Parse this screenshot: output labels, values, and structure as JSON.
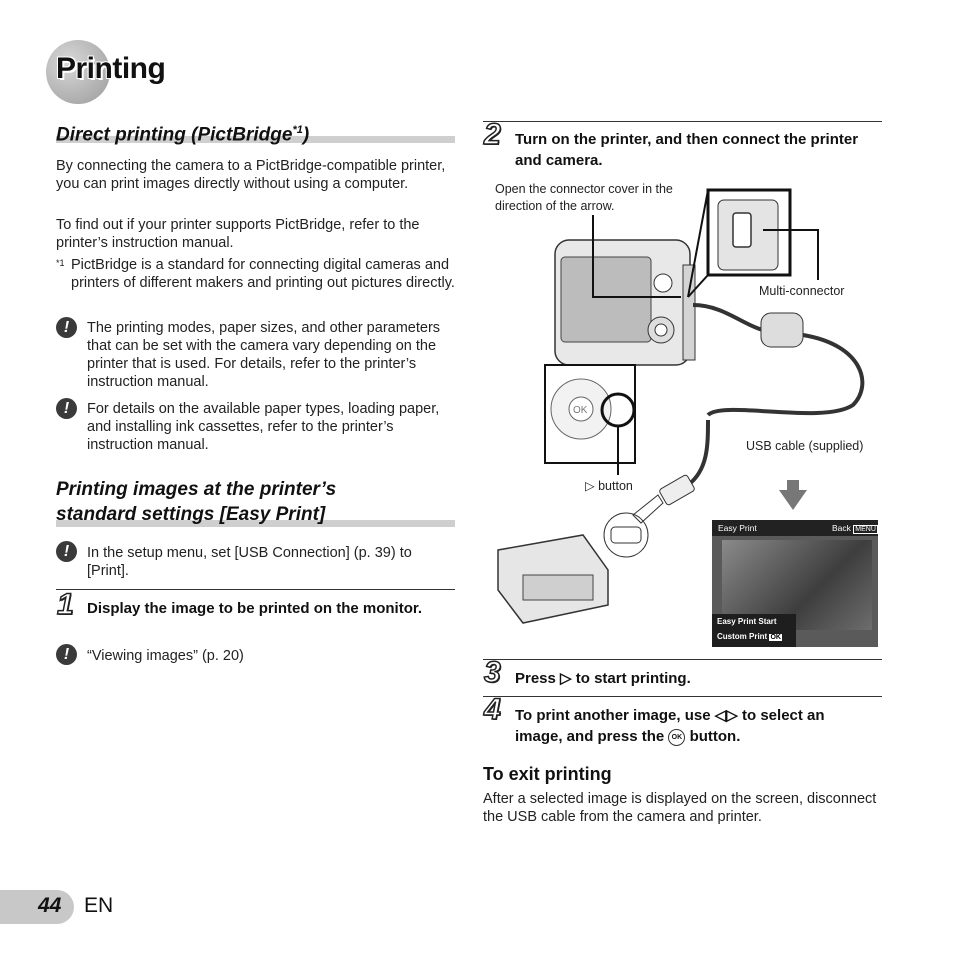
{
  "page": {
    "title": "Printing",
    "page_number": "44",
    "lang": "EN"
  },
  "section1": {
    "heading": "Direct printing (PictBridge",
    "heading_sup": "*1",
    "heading_close": ")",
    "para1": "By connecting the camera to a PictBridge-compatible printer, you can print images directly without using a computer.",
    "para2": "To find out if your printer supports PictBridge, refer to the printer’s instruction manual.",
    "footnote_mark": "*1",
    "footnote": "PictBridge is a standard for connecting digital cameras and printers of different makers and printing out pictures directly.",
    "caution1": "The printing modes, paper sizes, and other parameters that can be set with the camera vary depending on the printer that is used. For details, refer to the printer’s instruction manual.",
    "caution2": "For details on the available paper types, loading paper, and installing ink cassettes, refer to the printer’s instruction manual."
  },
  "section2": {
    "heading_line1": "Printing images at the printer’s",
    "heading_line2": "standard settings [Easy Print]",
    "caution": "In the setup menu, set [USB Connection] (p. 39) to [Print].",
    "step1_num": "1",
    "step1_text": "Display the image to be printed on the monitor.",
    "step1_note": "“Viewing images” (p. 20)"
  },
  "right": {
    "step2_num": "2",
    "step2_text": "Turn on the printer, and then connect the printer and camera.",
    "label_cover": "Open the connector cover in the direction of the arrow.",
    "label_multi": "Multi-connector",
    "label_usb": "USB cable (supplied)",
    "label_button": "button",
    "screen_title": "Easy Print",
    "screen_back": "Back",
    "screen_menu": "MENU",
    "screen_start": "Easy Print Start",
    "screen_custom": "Custom Print",
    "screen_ok": "OK",
    "step3_num": "3",
    "step3_text_a": "Press",
    "step3_text_b": "to start printing.",
    "step4_num": "4",
    "step4_text_a": "To print another image, use",
    "step4_text_b": "to select an",
    "step4_text_c": "image, and press the",
    "step4_text_d": "button.",
    "exit_heading": "To exit printing",
    "exit_text": "After a selected image is displayed on the screen, disconnect the USB cable from the camera and printer."
  }
}
